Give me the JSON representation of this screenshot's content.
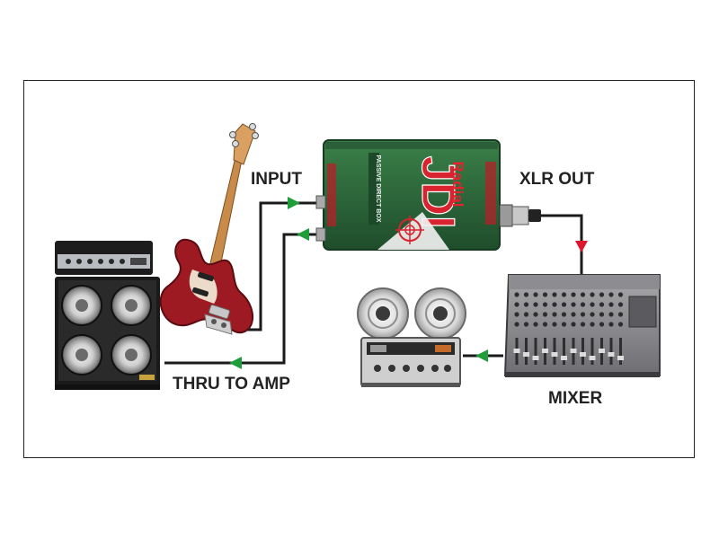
{
  "labels": {
    "input": "INPUT",
    "xlr_out": "XLR OUT",
    "thru_to_amp": "THRU TO AMP",
    "mixer": "MIXER"
  },
  "di_box": {
    "brand": "Radial",
    "model": "JDI",
    "subtitle": "PASSIVE DIRECT BOX"
  },
  "colors": {
    "cable": "#1a1a1a",
    "arrow_green": "#1e9e3a",
    "arrow_red": "#e0142c",
    "di_box_body": "#2d6b3c",
    "di_box_red": "#d9232e",
    "guitar_body": "#9e1a22"
  },
  "icons": {
    "bass_amp": "bass-amp-icon",
    "bass_guitar": "bass-guitar-icon",
    "di_box": "di-box-icon",
    "mixer": "mixer-console-icon",
    "tape_recorder": "reel-to-reel-icon",
    "xlr_plug": "xlr-connector-icon"
  }
}
